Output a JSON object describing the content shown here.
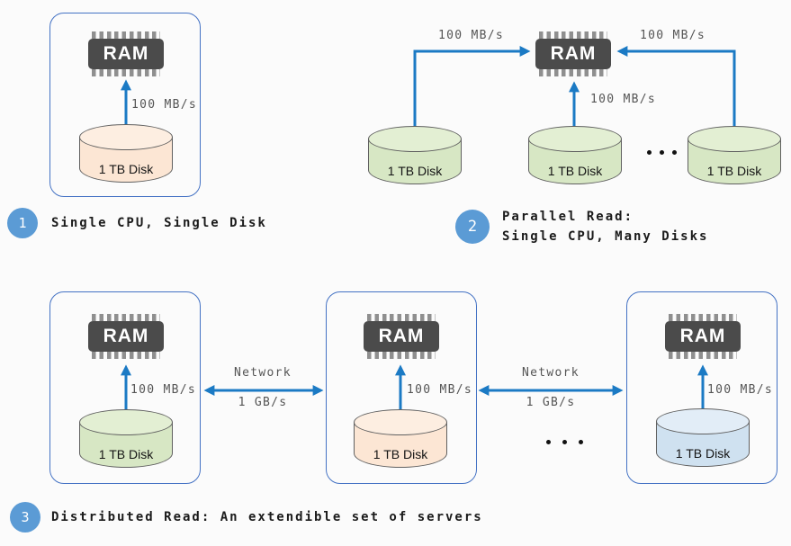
{
  "figure": {
    "background": "#fbfbfb",
    "arrow_color": "#1b7ac4",
    "box_border_color": "#4472c4",
    "badge_color": "#5b9bd5"
  },
  "diagram1": {
    "badge": "1",
    "caption": "Single CPU, Single Disk",
    "ram_label": "RAM",
    "disk_label": "1 TB Disk",
    "rate_label": "100 MB/s"
  },
  "diagram2": {
    "badge": "2",
    "caption_line1": "Parallel Read:",
    "caption_line2": "Single CPU, Many Disks",
    "ram_label": "RAM",
    "rate_left": "100 MB/s",
    "rate_middle": "100 MB/s",
    "rate_right": "100 MB/s",
    "disks": [
      "1 TB Disk",
      "1 TB Disk",
      "1 TB Disk"
    ]
  },
  "diagram3": {
    "badge": "3",
    "caption": "Distributed Read: An extendible set of servers",
    "servers": [
      {
        "ram_label": "RAM",
        "disk_label": "1 TB Disk",
        "rate_label": "100 MB/s"
      },
      {
        "ram_label": "RAM",
        "disk_label": "1 TB Disk",
        "rate_label": "100 MB/s"
      },
      {
        "ram_label": "RAM",
        "disk_label": "1 TB Disk",
        "rate_label": "100 MB/s"
      }
    ],
    "links": [
      {
        "label": "Network",
        "rate": "1 GB/s"
      },
      {
        "label": "Network",
        "rate": "1 GB/s"
      }
    ]
  }
}
